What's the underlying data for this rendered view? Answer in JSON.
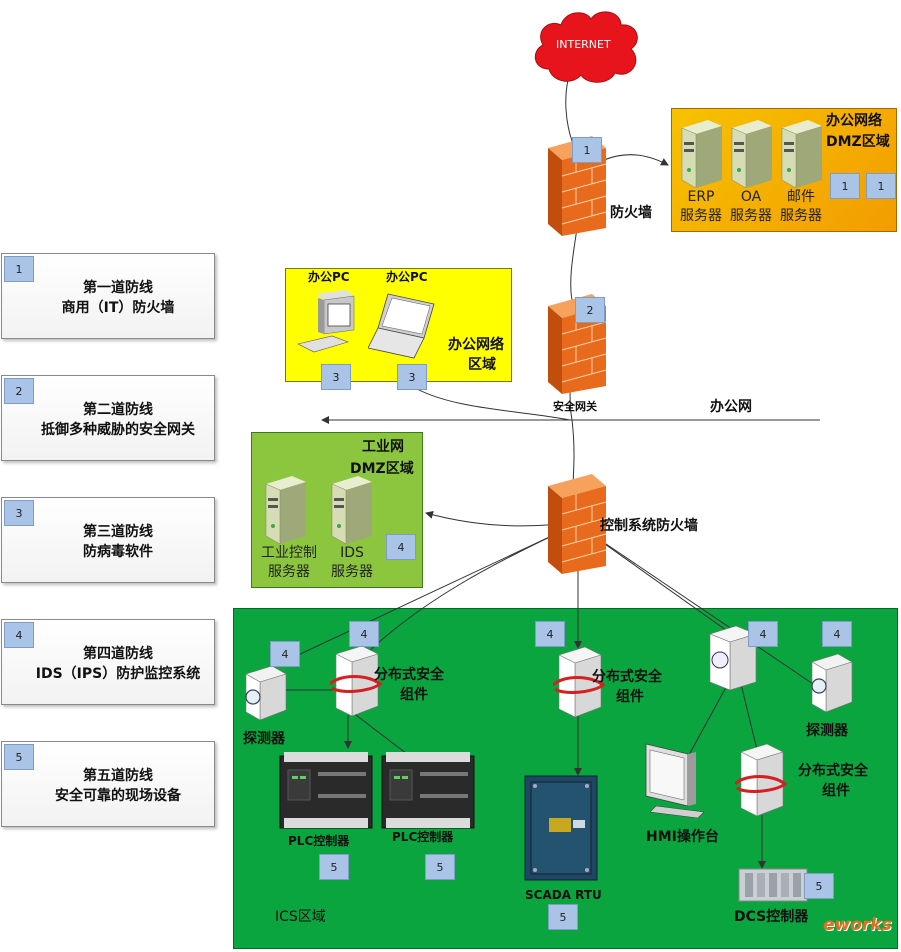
{
  "legend": [
    {
      "num": "1",
      "line1": "第一道防线",
      "line2": "商用（IT）防火墙"
    },
    {
      "num": "2",
      "line1": "第二道防线",
      "line2": "抵御多种威胁的安全网关"
    },
    {
      "num": "3",
      "line1": "第三道防线",
      "line2": "防病毒软件"
    },
    {
      "num": "4",
      "line1": "第四道防线",
      "line2": "IDS（IPS）防护监控系统"
    },
    {
      "num": "5",
      "line1": "第五道防线",
      "line2": "安全可靠的现场设备"
    }
  ],
  "internet": "INTERNET",
  "firewall1": "防火墙",
  "gateway": "安全网关",
  "office_net": "办公网",
  "control_firewall": "控制系统防火墙",
  "office_dmz": {
    "title1": "办公网络",
    "title2": "DMZ区域",
    "servers": [
      {
        "l1": "ERP",
        "l2": "服务器"
      },
      {
        "l1": "OA",
        "l2": "服务器"
      },
      {
        "l1": "邮件",
        "l2": "服务器"
      }
    ],
    "badges": [
      "1",
      "1"
    ]
  },
  "office_zone": {
    "pc1": "办公PC",
    "pc2": "办公PC",
    "title1": "办公网络",
    "title2": "区域",
    "badges": [
      "3",
      "3"
    ]
  },
  "ind_dmz": {
    "title1": "工业网",
    "title2": "DMZ区域",
    "s1l1": "工业控制",
    "s1l2": "服务器",
    "s2l1": "IDS",
    "s2l2": "服务器",
    "badge": "4"
  },
  "ics": {
    "zone": "ICS区域",
    "dist1": "分布式安全",
    "dist2": "组件",
    "detector": "探测器",
    "plc": "PLC控制器",
    "scada": "SCADA RTU",
    "hmi": "HMI操作台",
    "dcs": "DCS控制器",
    "badges4": [
      "4",
      "4",
      "4",
      "4",
      "4"
    ],
    "badges5": [
      "5",
      "5",
      "5",
      "5"
    ]
  },
  "gateway_badges": {
    "b1": "1",
    "b2": "2"
  },
  "watermark": "eworks",
  "colors": {
    "ics_green": "#0aa53f",
    "dmz_green": "#8cc63f",
    "office_yellow": "#ffff00",
    "dmz_orange": "#f5a800",
    "badge": "#a9c4e6"
  }
}
